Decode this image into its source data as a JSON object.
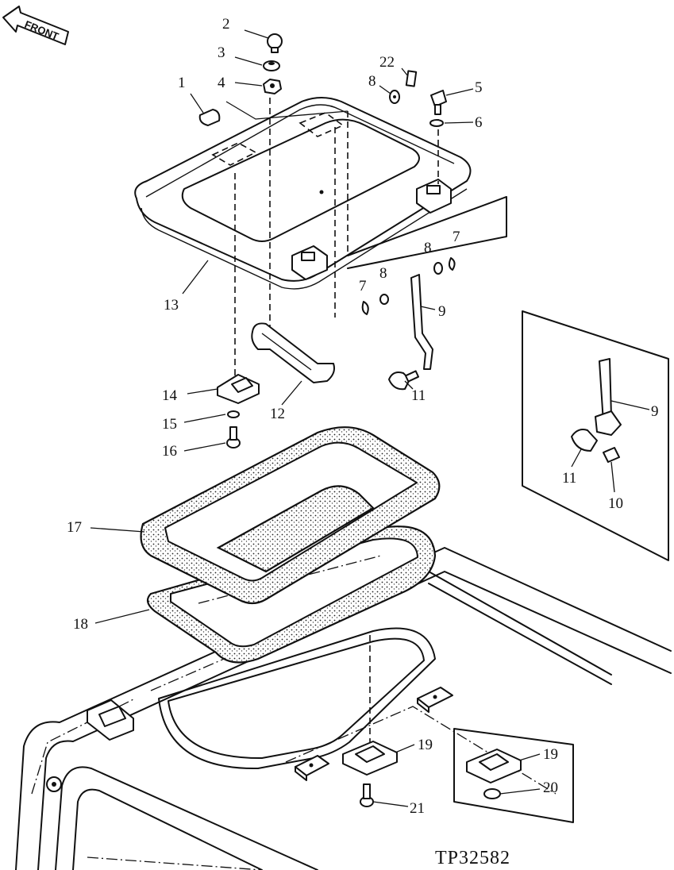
{
  "front_label": "FRONT",
  "figure_id": "TP32582",
  "callouts": {
    "c1": "1",
    "c2": "2",
    "c3": "3",
    "c4": "4",
    "c5": "5",
    "c6": "6",
    "c7a": "7",
    "c7b": "7",
    "c8a": "8",
    "c8b": "8",
    "c8c": "8",
    "c9a": "9",
    "c9b": "9",
    "c10": "10",
    "c11a": "11",
    "c11b": "11",
    "c12": "12",
    "c13": "13",
    "c14": "14",
    "c15": "15",
    "c16": "16",
    "c17": "17",
    "c18": "18",
    "c19a": "19",
    "c19b": "19",
    "c20": "20",
    "c21": "21",
    "c22": "22"
  }
}
